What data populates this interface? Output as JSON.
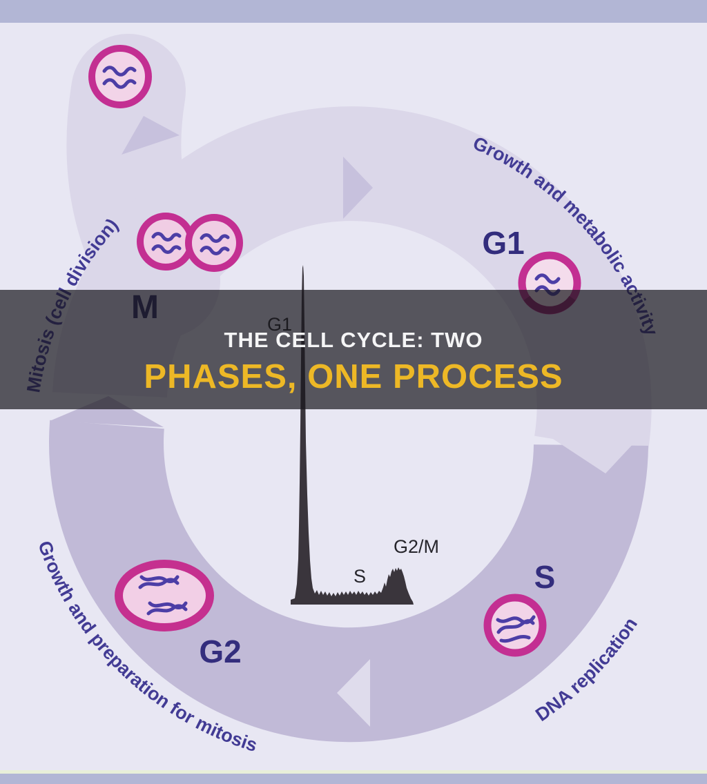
{
  "banner": {
    "title_line1": "THE CELL CYCLE: TWO",
    "title_line2": "PHASES, ONE PROCESS",
    "line1_color": "#f5f5f6",
    "line2_color": "#edb826",
    "overlay_color": "rgba(24,23,29,0.70)"
  },
  "cycle": {
    "direction": "clockwise",
    "phases": [
      {
        "label": "G1",
        "description": "Growth and metabolic activity"
      },
      {
        "label": "S",
        "description": "DNA replication"
      },
      {
        "label": "G2",
        "description": "Growth and preparation for mitosis"
      },
      {
        "label": "M",
        "description": "Mitosis (cell division)"
      }
    ]
  },
  "histogram": {
    "type": "area",
    "peak_labels": {
      "g1": "G1",
      "s": "S",
      "g2m": "G2/M"
    },
    "color": "#3a353c",
    "outline": [
      [
        421,
        876
      ],
      [
        421,
        869
      ],
      [
        427,
        867
      ],
      [
        430,
        846
      ],
      [
        432,
        810
      ],
      [
        433,
        762
      ],
      [
        434,
        700
      ],
      [
        435,
        620
      ],
      [
        436,
        520
      ],
      [
        437,
        430
      ],
      [
        438,
        388
      ],
      [
        439,
        384
      ],
      [
        440,
        400
      ],
      [
        441,
        470
      ],
      [
        442,
        560
      ],
      [
        443,
        640
      ],
      [
        445,
        716
      ],
      [
        447,
        772
      ],
      [
        449,
        812
      ],
      [
        451,
        838
      ],
      [
        453,
        852
      ],
      [
        456,
        860
      ],
      [
        459,
        855
      ],
      [
        462,
        862
      ],
      [
        465,
        856
      ],
      [
        468,
        862
      ],
      [
        471,
        857
      ],
      [
        474,
        863
      ],
      [
        477,
        858
      ],
      [
        480,
        864
      ],
      [
        483,
        859
      ],
      [
        486,
        864
      ],
      [
        489,
        858
      ],
      [
        492,
        863
      ],
      [
        495,
        857
      ],
      [
        498,
        862
      ],
      [
        501,
        857
      ],
      [
        504,
        862
      ],
      [
        507,
        856
      ],
      [
        510,
        861
      ],
      [
        513,
        857
      ],
      [
        516,
        862
      ],
      [
        519,
        856
      ],
      [
        522,
        861
      ],
      [
        525,
        857
      ],
      [
        528,
        862
      ],
      [
        531,
        858
      ],
      [
        534,
        863
      ],
      [
        537,
        858
      ],
      [
        540,
        862
      ],
      [
        543,
        857
      ],
      [
        546,
        861
      ],
      [
        549,
        856
      ],
      [
        552,
        859
      ],
      [
        555,
        851
      ],
      [
        557,
        844
      ],
      [
        559,
        850
      ],
      [
        561,
        840
      ],
      [
        563,
        832
      ],
      [
        565,
        836
      ],
      [
        567,
        828
      ],
      [
        569,
        824
      ],
      [
        571,
        829
      ],
      [
        573,
        823
      ],
      [
        575,
        827
      ],
      [
        577,
        822
      ],
      [
        579,
        826
      ],
      [
        581,
        824
      ],
      [
        583,
        829
      ],
      [
        585,
        835
      ],
      [
        587,
        843
      ],
      [
        589,
        852
      ],
      [
        592,
        860
      ],
      [
        595,
        867
      ],
      [
        598,
        872
      ],
      [
        599,
        876
      ]
    ]
  },
  "colors": {
    "background": "#e8e7f3",
    "frame_bar": "#b2b6d5",
    "ring_light": "#dbd7e9",
    "ring_medium": "#c1bad7",
    "chevron_on_light": "#c7c1dd",
    "chevron_on_medium": "#dfdcec",
    "cell_ring": "#c32f92",
    "cell_ring_shade": "#93216b",
    "cell_fill": "#f2d4e8",
    "chromatin": "#4c3ea6",
    "phase_label": "#332d7d",
    "curved_label": "#423b94",
    "accent_gold": "#edb826",
    "baseline_green": "#e8efd9"
  }
}
